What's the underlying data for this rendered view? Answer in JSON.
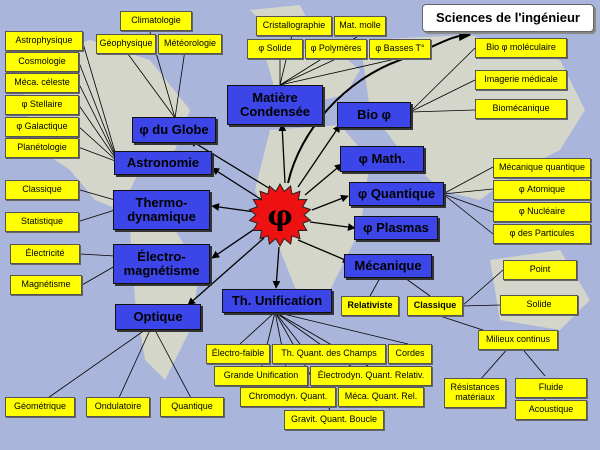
{
  "title": "Sciences de l'ingénieur",
  "center_symbol": "φ",
  "colors": {
    "main_fill": "#3c46e8",
    "leaf_fill": "#ffff00",
    "center_fill": "#ee1111",
    "line": "#000000"
  },
  "main": {
    "globe": "φ du Globe",
    "astronomie": "Astronomie",
    "thermo": "Thermo-dynamique",
    "electro": "Électro-magnétisme",
    "optique": "Optique",
    "unification": "Th. Unification",
    "mecanique": "Mécanique",
    "plasmas": "φ Plasmas",
    "quantique": "φ Quantique",
    "math": "φ Math.",
    "bio": "Bio φ",
    "matiere": "Matière Condensée"
  },
  "leaves": {
    "climatologie": "Climatologie",
    "geophysique": "Géophysique",
    "meteorologie": "Météorologie",
    "astrophysique": "Astrophysique",
    "cosmologie": "Cosmologie",
    "meca_celeste": "Méca. céleste",
    "stellaire": "φ Stellaire",
    "galactique": "φ Galactique",
    "planetologie": "Planétologie",
    "classique_thermo": "Classique",
    "statistique": "Statistique",
    "electricite": "Électricité",
    "magnetisme": "Magnétisme",
    "geometrique": "Géométrique",
    "ondulatoire": "Ondulatoire",
    "quantique_opt": "Quantique",
    "cristallographie": "Cristallographie",
    "mat_molle": "Mat. molle",
    "solide_mc": "φ Solide",
    "polymeres": "φ Polymères",
    "basses_t": "φ Basses T°",
    "bio_moleculaire": "Bio φ moléculaire",
    "imagerie": "Imagerie médicale",
    "biomecanique": "Biomécanique",
    "meca_quantique": "Mécanique quantique",
    "atomique": "φ Atomique",
    "nucleaire": "φ Nucléaire",
    "particules": "φ des Particules",
    "relativiste": "Relativiste",
    "classique_meca": "Classique",
    "point": "Point",
    "solide_meca": "Solide",
    "milieux": "Milieux continus",
    "resistances": "Résistances matériaux",
    "fluide": "Fluide",
    "acoustique": "Acoustique",
    "electro_faible": "Électro-faible",
    "th_quant_champs": "Th. Quant. des Champs",
    "cordes": "Cordes",
    "grande_unif": "Grande Unification",
    "electrodyn": "Électrodyn. Quant. Relativ.",
    "chromodyn": "Chromodyn. Quant.",
    "meca_quant_rel": "Méca. Quant. Rel.",
    "gravit": "Gravit. Quant. Boucle"
  }
}
